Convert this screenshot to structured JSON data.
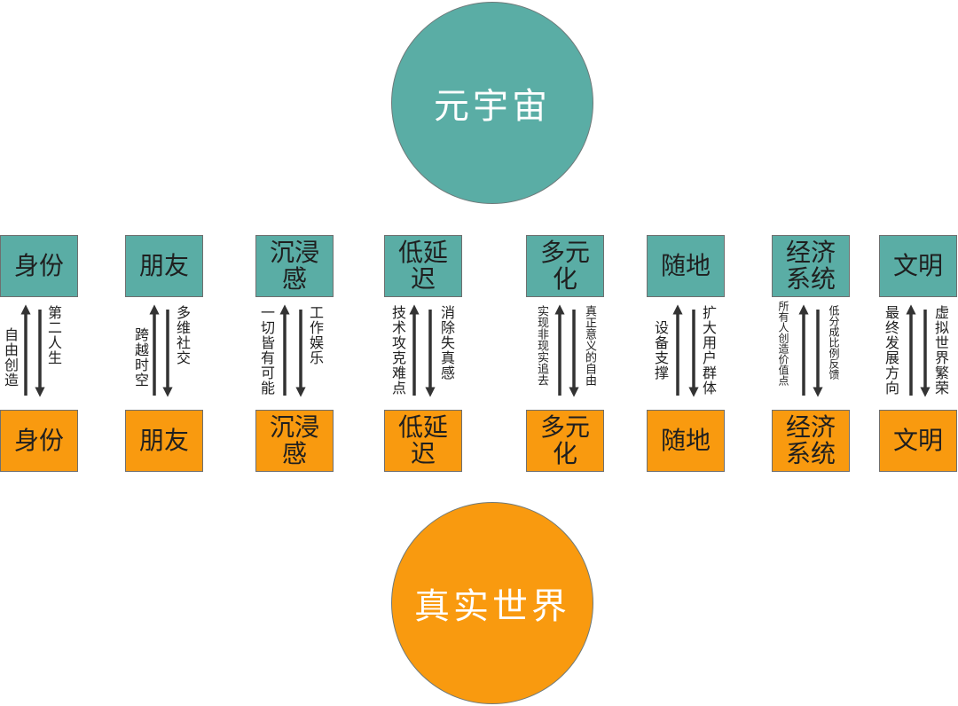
{
  "top_circle": {
    "label": "元宇宙",
    "color": "#5aada5"
  },
  "bottom_circle": {
    "label": "真实世界",
    "color": "#f99a0f"
  },
  "columns": [
    {
      "top_label": "身份",
      "bottom_label": "身份",
      "up_text": "自由创造",
      "down_text": "第二人生"
    },
    {
      "top_label": "朋友",
      "bottom_label": "朋友",
      "up_text": "跨越时空",
      "down_text": "多维社交"
    },
    {
      "top_label": "沉浸感",
      "bottom_label": "沉浸感",
      "up_text": "一切皆有可能",
      "down_text": "工作娱乐"
    },
    {
      "top_label": "低延迟",
      "bottom_label": "低延迟",
      "up_text": "技术攻克难点",
      "down_text": "消除失真感"
    },
    {
      "top_label": "多元化",
      "bottom_label": "多元化",
      "up_text": "实现非现实追去",
      "down_text": "真正意义的自由"
    },
    {
      "top_label": "随地",
      "bottom_label": "随地",
      "up_text": "设备支撑",
      "down_text": "扩大用户群体"
    },
    {
      "top_label": "经济系统",
      "bottom_label": "经济系统",
      "up_text": "所有人创造价值点",
      "down_text": "低分成比例反馈"
    },
    {
      "top_label": "文明",
      "bottom_label": "文明",
      "up_text": "最终发展方向",
      "down_text": "虚拟世界繁荣"
    }
  ]
}
